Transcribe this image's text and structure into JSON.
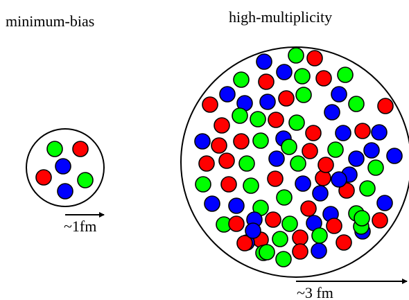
{
  "diagram": {
    "title_left": "minimum-bias",
    "title_right": "high-multiplicity",
    "scale_left": "~1fm",
    "scale_right": "~3 fm"
  },
  "colors": {
    "r": "#ff0000",
    "g": "#00ff00",
    "b": "#0000ff",
    "outline": "#000000",
    "background": "#ffffff"
  },
  "small_event": {
    "particle_count": 6,
    "particles": [
      "g",
      "r",
      "b",
      "r",
      "g",
      "b"
    ]
  },
  "large_event": {
    "particle_count": 89,
    "particles": [
      "b",
      "g",
      "r",
      "g",
      "r",
      "b",
      "g",
      "r",
      "g",
      "b",
      "r",
      "b",
      "b",
      "r",
      "g",
      "b",
      "g",
      "r",
      "b",
      "r",
      "g",
      "g",
      "r",
      "g",
      "b",
      "r",
      "r",
      "g",
      "b",
      "r",
      "b",
      "r",
      "b",
      "r",
      "r",
      "g",
      "b",
      "g",
      "r",
      "g",
      "b",
      "b",
      "g",
      "b",
      "r",
      "b",
      "r",
      "g",
      "r",
      "g",
      "b",
      "b",
      "g",
      "g",
      "r",
      "b",
      "r",
      "g",
      "b",
      "g",
      "b",
      "r",
      "g",
      "b",
      "r",
      "g",
      "b",
      "r",
      "g",
      "r",
      "g",
      "r",
      "b",
      "g",
      "g",
      "r",
      "b",
      "r",
      "g",
      "b",
      "r",
      "g",
      "r",
      "b",
      "g",
      "r",
      "b",
      "b",
      "g"
    ]
  }
}
